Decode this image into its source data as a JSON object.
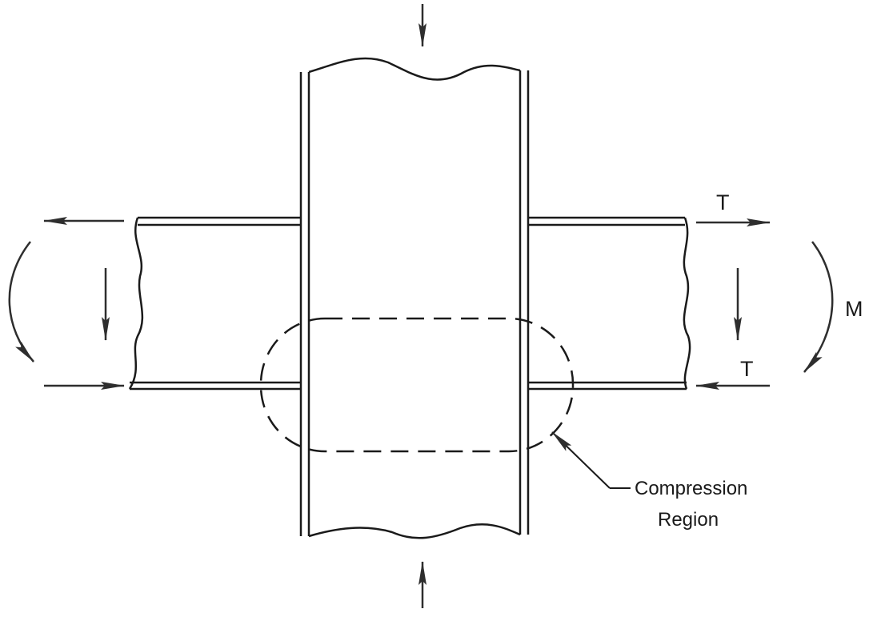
{
  "labels": {
    "tension_top": "T",
    "tension_bottom": "T",
    "moment": "M",
    "region_line1": "Compression",
    "region_line2": "Region"
  },
  "colors": {
    "ink": "#1a1a1a",
    "arrow": "#3a3a3a",
    "background": "#ffffff"
  }
}
